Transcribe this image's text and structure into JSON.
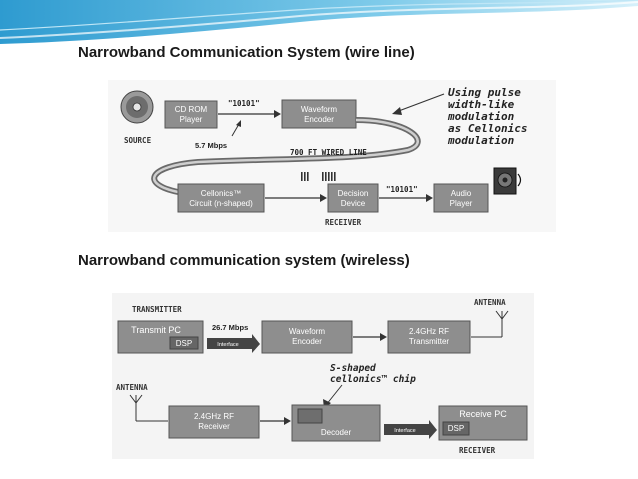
{
  "slide": {
    "heading_wireline": "Narrowband Communication System (wire line)",
    "heading_wireless": "Narrowband communication system (wireless)",
    "accent_color": "#3fa9d6"
  },
  "wireline": {
    "source_label": "SOURCE",
    "cdrom_line1": "CD ROM",
    "cdrom_line2": "Player",
    "bits_in": "\"10101\"",
    "rate": "5.7 Mbps",
    "encoder_line1": "Waveform",
    "encoder_line2": "Encoder",
    "note_line1": "Using pulse",
    "note_line2": "width-like",
    "note_line3": "modulation",
    "note_line4": "as Cellonics",
    "note_line5": "modulation",
    "wired_line": "700 FT WIRED LINE",
    "circuit_line1": "Cellonics™",
    "circuit_line2": "Circuit (n-shaped)",
    "decision_line1": "Decision",
    "decision_line2": "Device",
    "bits_out": "\"10101\"",
    "audio_line1": "Audio",
    "audio_line2": "Player",
    "receiver_label": "RECEIVER"
  },
  "wireless": {
    "transmitter_label": "TRANSMITTER",
    "transmit_pc": "Transmit PC",
    "dsp_tx": "DSP",
    "rate": "26.7 Mbps",
    "interface_tx": "Interface",
    "encoder_line1": "Waveform",
    "encoder_line2": "Encoder",
    "rf_tx_line1": "2.4GHz RF",
    "rf_tx_line2": "Transmitter",
    "antenna_tx": "ANTENNA",
    "chip_line1": "S-shaped",
    "chip_line2": "cellonics™ chip",
    "antenna_rx": "ANTENNA",
    "rf_rx_line1": "2.4GHz RF",
    "rf_rx_line2": "Receiver",
    "decoder": "Decoder",
    "interface_rx": "Interface",
    "receive_pc": "Receive PC",
    "dsp_rx": "DSP",
    "receiver_label": "RECEIVER"
  }
}
